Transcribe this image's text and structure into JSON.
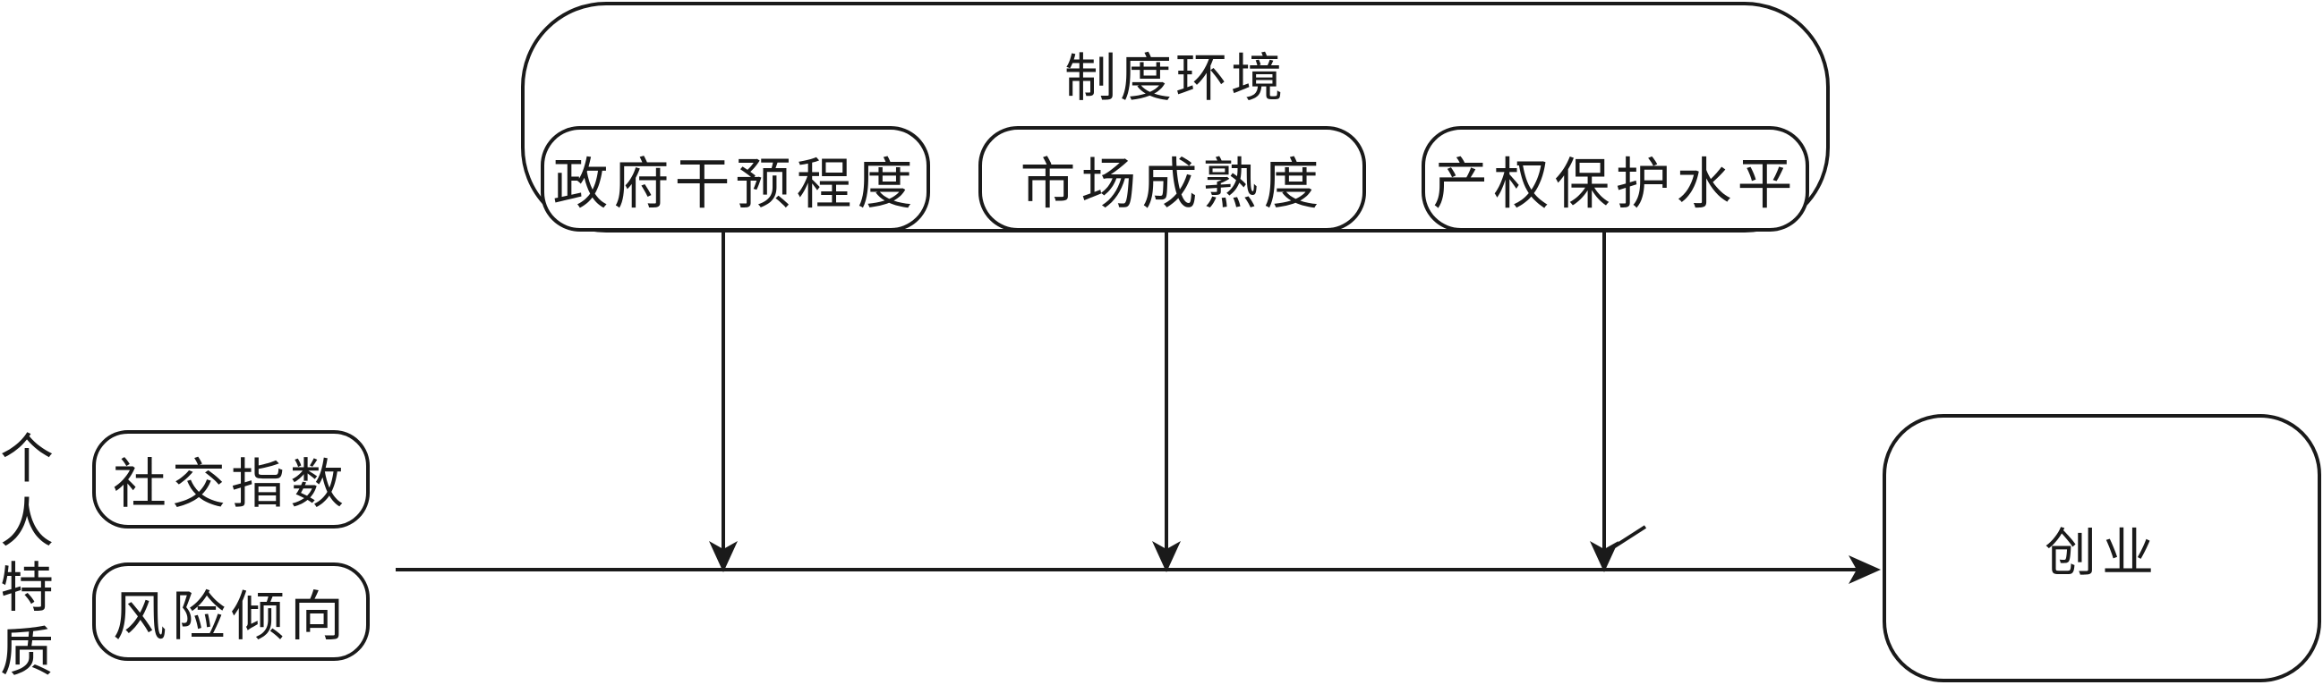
{
  "institutional_environment": {
    "title": "制度环境",
    "factors": [
      "政府干预程度",
      "市场成熟度",
      "产权保护水平"
    ]
  },
  "personal_traits": {
    "label_chars": [
      "个",
      "人",
      "特",
      "质"
    ],
    "items": [
      "社交指数",
      "风险倾向"
    ]
  },
  "outcome": {
    "label": "创业"
  }
}
